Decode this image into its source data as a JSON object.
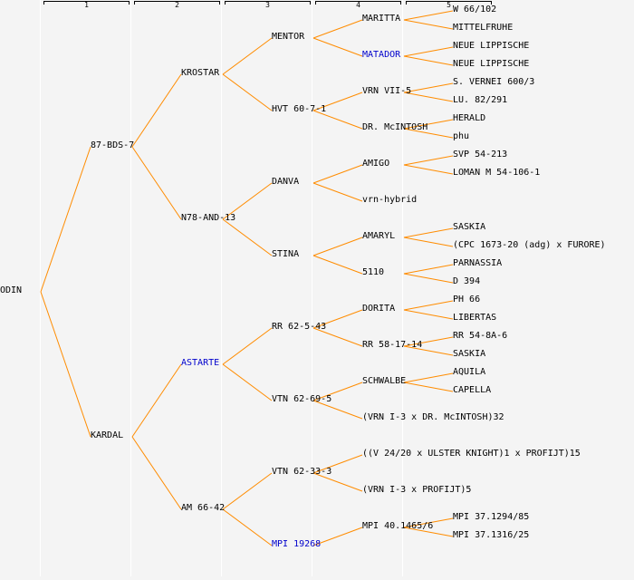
{
  "generations": [
    "1",
    "2",
    "3",
    "4",
    "5"
  ],
  "colors": {
    "line": "#ff8c00",
    "link_text": "#0000cc",
    "text": "#000000",
    "background": "#f4f4f4"
  },
  "tree": {
    "name": "ODIN",
    "children": [
      {
        "name": "87-BDS-7",
        "children": [
          {
            "name": "KROSTAR",
            "children": [
              {
                "name": "MENTOR",
                "children": [
                  {
                    "name": "MARITTA",
                    "children": [
                      {
                        "name": "W 66/102"
                      },
                      {
                        "name": "MITTELFRUHE"
                      }
                    ]
                  },
                  {
                    "name": "MATADOR",
                    "linked": true,
                    "children": [
                      {
                        "name": "NEUE LIPPISCHE"
                      },
                      {
                        "name": "NEUE LIPPISCHE"
                      }
                    ]
                  }
                ]
              },
              {
                "name": "HVT 60-7-1",
                "children": [
                  {
                    "name": "VRN VII-5",
                    "children": [
                      {
                        "name": "S. VERNEI 600/3"
                      },
                      {
                        "name": "LU. 82/291"
                      }
                    ]
                  },
                  {
                    "name": "DR. McINTOSH",
                    "children": [
                      {
                        "name": "HERALD"
                      },
                      {
                        "name": "phu"
                      }
                    ]
                  }
                ]
              }
            ]
          },
          {
            "name": "N78-AND-13",
            "children": [
              {
                "name": "DANVA",
                "children": [
                  {
                    "name": "AMIGO",
                    "children": [
                      {
                        "name": "SVP 54-213"
                      },
                      {
                        "name": "LOMAN M 54-106-1"
                      }
                    ]
                  },
                  {
                    "name": "vrn-hybrid"
                  }
                ]
              },
              {
                "name": "STINA",
                "children": [
                  {
                    "name": "AMARYL",
                    "children": [
                      {
                        "name": "SASKIA"
                      },
                      {
                        "name": "(CPC 1673-20 (adg) x FURORE)"
                      }
                    ]
                  },
                  {
                    "name": "5110",
                    "children": [
                      {
                        "name": "PARNASSIA"
                      },
                      {
                        "name": "D 394"
                      }
                    ]
                  }
                ]
              }
            ]
          }
        ]
      },
      {
        "name": "KARDAL",
        "children": [
          {
            "name": "ASTARTE",
            "linked": true,
            "children": [
              {
                "name": "RR 62-5-43",
                "children": [
                  {
                    "name": "DORITA",
                    "children": [
                      {
                        "name": "PH 66"
                      },
                      {
                        "name": "LIBERTAS"
                      }
                    ]
                  },
                  {
                    "name": "RR 58-17-14",
                    "children": [
                      {
                        "name": "RR 54-8A-6"
                      },
                      {
                        "name": "SASKIA"
                      }
                    ]
                  }
                ]
              },
              {
                "name": "VTN 62-69-5",
                "children": [
                  {
                    "name": "SCHWALBE",
                    "children": [
                      {
                        "name": "AQUILA"
                      },
                      {
                        "name": "CAPELLA"
                      }
                    ]
                  },
                  {
                    "name": "(VRN I-3 x DR. McINTOSH)32"
                  }
                ]
              }
            ]
          },
          {
            "name": "AM 66-42",
            "children": [
              {
                "name": "VTN 62-33-3",
                "children": [
                  {
                    "name": "((V 24/20 x ULSTER KNIGHT)1 x PROFIJT)15"
                  },
                  {
                    "name": "(VRN I-3 x PROFIJT)5"
                  }
                ]
              },
              {
                "name": "MPI 19268",
                "linked": true,
                "children": [
                  {
                    "name": "MPI 40.1465/6",
                    "children": [
                      {
                        "name": "MPI 37.1294/85"
                      },
                      {
                        "name": "MPI 37.1316/25"
                      }
                    ]
                  }
                ]
              }
            ]
          }
        ]
      }
    ]
  }
}
